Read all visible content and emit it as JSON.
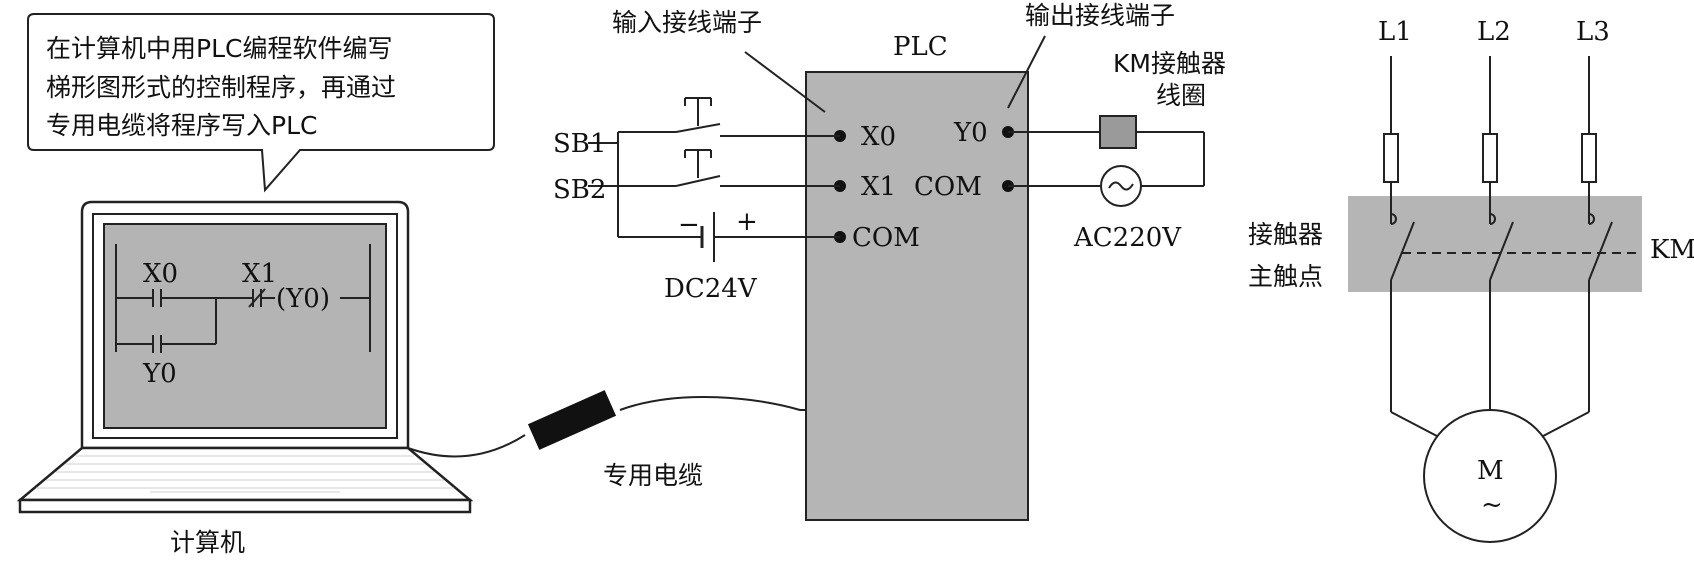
{
  "callout": {
    "line1": "在计算机中用PLC编程软件编写",
    "line2": "梯形图形式的控制程序，再通过",
    "line3": "专用电缆将程序写入PLC"
  },
  "computer": {
    "label": "计算机",
    "ladder": {
      "contact1": "X0",
      "contact2": "X1",
      "coil": "(Y0)",
      "parallel_contact": "Y0"
    }
  },
  "cable": {
    "label": "专用电缆"
  },
  "plc": {
    "title": "PLC",
    "input_terminals_label": "输入接线端子",
    "output_terminals_label": "输出接线端子",
    "inputs": [
      "X0",
      "X1",
      "COM"
    ],
    "outputs": [
      "Y0",
      "COM"
    ]
  },
  "input_circuit": {
    "button1": "SB1",
    "button2": "SB2",
    "supply": "DC24V",
    "minus": "−",
    "plus": "+"
  },
  "output_circuit": {
    "coil_label_1": "KM接触器",
    "coil_label_2": "线圈",
    "supply": "AC220V"
  },
  "power_circuit": {
    "phases": [
      "L1",
      "L2",
      "L3"
    ],
    "contacts_label_1": "接触器",
    "contacts_label_2": "主触点",
    "km": "KM",
    "motor": "M",
    "motor_symbol": "~"
  }
}
